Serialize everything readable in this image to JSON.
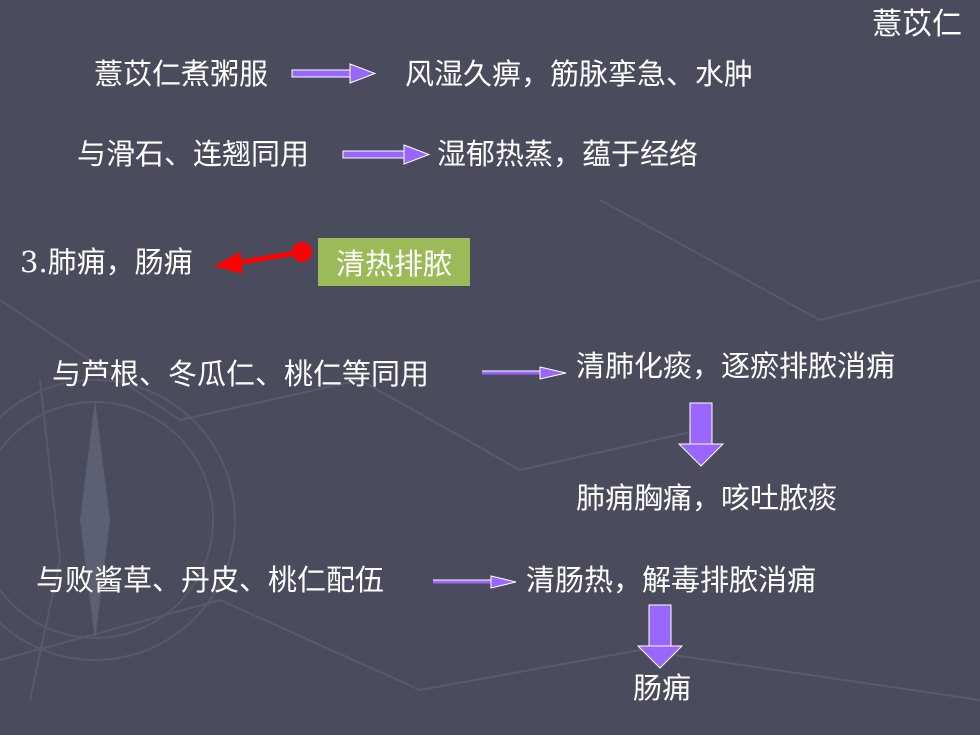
{
  "corner_title": "薏苡仁",
  "rows": {
    "r1_left": "薏苡仁煮粥服",
    "r1_right": "风湿久痹，筋脉挛急、水肿",
    "r2_left": "与滑石、连翘同用",
    "r2_right": "湿郁热蒸，蕴于经络",
    "r3_left": "3.肺痈，肠痈",
    "r3_badge": "清热排脓",
    "r4_left": "与芦根、冬瓜仁、桃仁等同用",
    "r4_right": "清肺化痰，逐瘀排脓消痈",
    "r5_below": "肺痈胸痛，咳吐脓痰",
    "r6_left": "与败酱草、丹皮、桃仁配伍",
    "r6_right": "清肠热，解毒排脓消痈",
    "r7_below": "肠痈"
  },
  "colors": {
    "background": "#4a4c5e",
    "arrow_purple": "#9966ff",
    "arrow_red": "#ff0000",
    "badge_green": "#9bbb59"
  }
}
